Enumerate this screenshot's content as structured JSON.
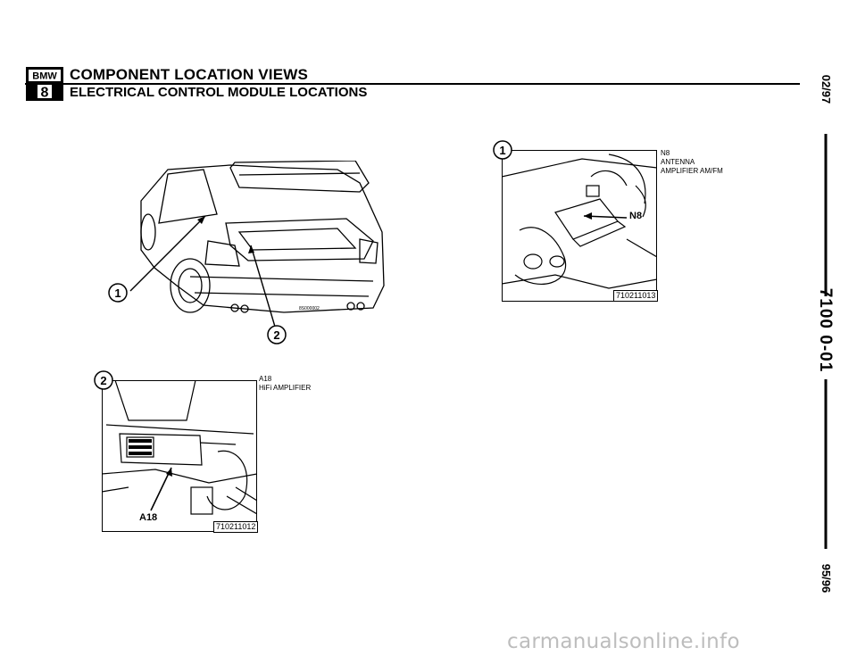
{
  "header": {
    "logo_text_top": "BMW",
    "logo_text_bottom": "8",
    "title": "COMPONENT LOCATION VIEWS",
    "subtitle": "ELECTRICAL CONTROL MODULE LOCATIONS"
  },
  "margin": {
    "date_top": "02/97",
    "section_code": "7100 0-01",
    "date_bottom": "95/96"
  },
  "figures": {
    "overview": {
      "callout_1": "1",
      "callout_2": "2",
      "image_code": "8S000002"
    },
    "antenna_amp": {
      "callout": "1",
      "component_id": "N8",
      "component_name": "ANTENNA",
      "component_detail": "AMPLIFIER AM/FM",
      "arrow_label": "N8",
      "image_code": "710211013"
    },
    "hifi_amp": {
      "callout": "2",
      "component_id": "A18",
      "component_name": "HiFi AMPLIFIER",
      "arrow_label": "A18",
      "image_code": "710211012"
    }
  },
  "watermark": "carmanualsonline.info"
}
